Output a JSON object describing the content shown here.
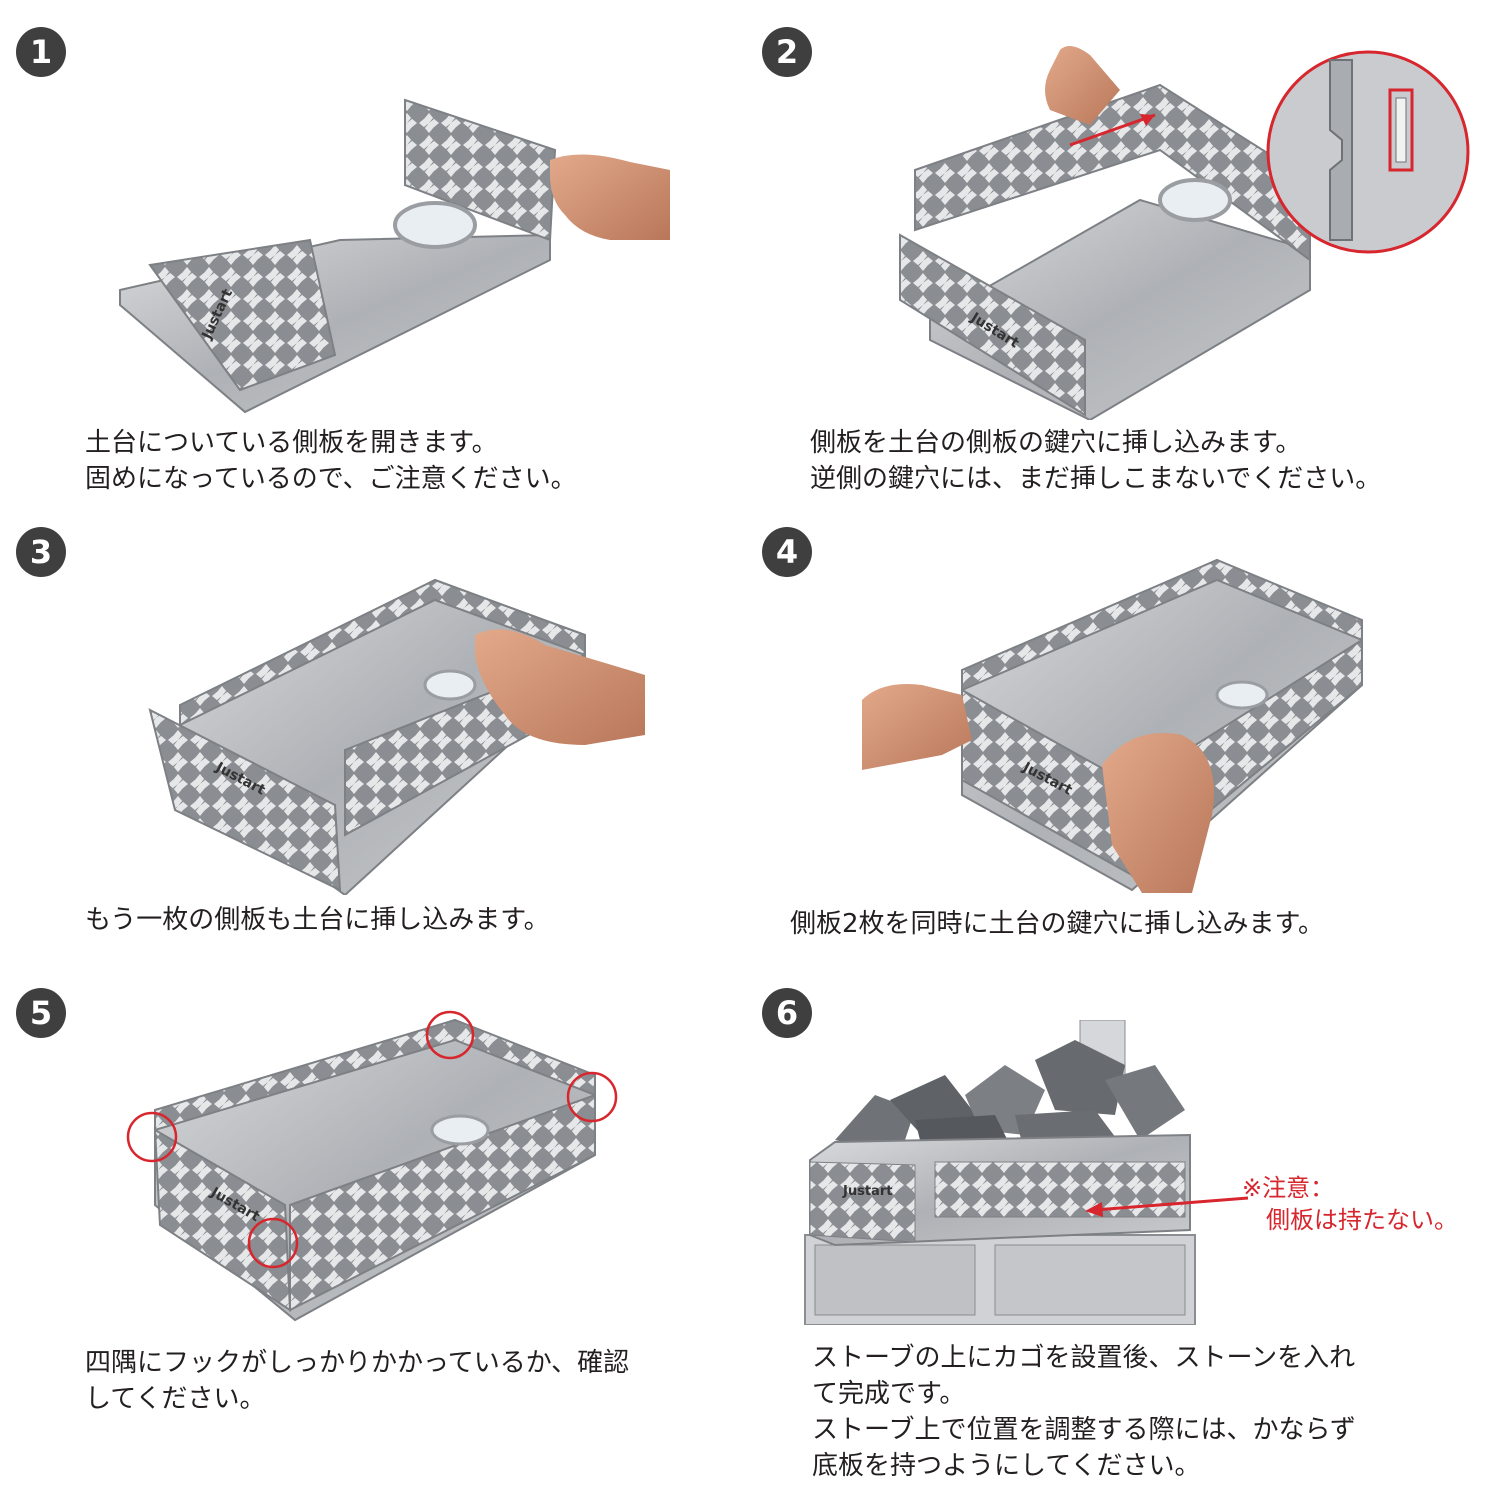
{
  "steps": [
    {
      "number": "1",
      "caption": [
        "土台についている側板を開きます。",
        "固めになっているので、ご注意ください。"
      ],
      "logo": "Justart"
    },
    {
      "number": "2",
      "caption": [
        "側板を土台の側板の鍵穴に挿し込みます。",
        "逆側の鍵穴には、まだ挿しこまないでください。"
      ],
      "logo": "Justart"
    },
    {
      "number": "3",
      "caption": [
        "もう一枚の側板も土台に挿し込みます。"
      ],
      "logo": "Justart"
    },
    {
      "number": "4",
      "caption": [
        "側板2枚を同時に土台の鍵穴に挿し込みます。"
      ],
      "logo": "Justart"
    },
    {
      "number": "5",
      "caption": [
        "四隅にフックがしっかりかかっているか、確認",
        "してください。"
      ],
      "logo": "Justart"
    },
    {
      "number": "6",
      "caption": [
        "ストーブの上にカゴを設置後、ストーンを入れ",
        "て完成です。",
        "ストーブ上で位置を調整する際には、かならず",
        "底板を持つようにしてください。"
      ],
      "logo": "Justart"
    }
  ],
  "note": {
    "line1": "※注意：",
    "line2": "側板は持たない。"
  },
  "colors": {
    "badge": "#3f3f3f",
    "accent": "#d7262d",
    "metal": "#b9bcc0",
    "text": "#231f20"
  }
}
